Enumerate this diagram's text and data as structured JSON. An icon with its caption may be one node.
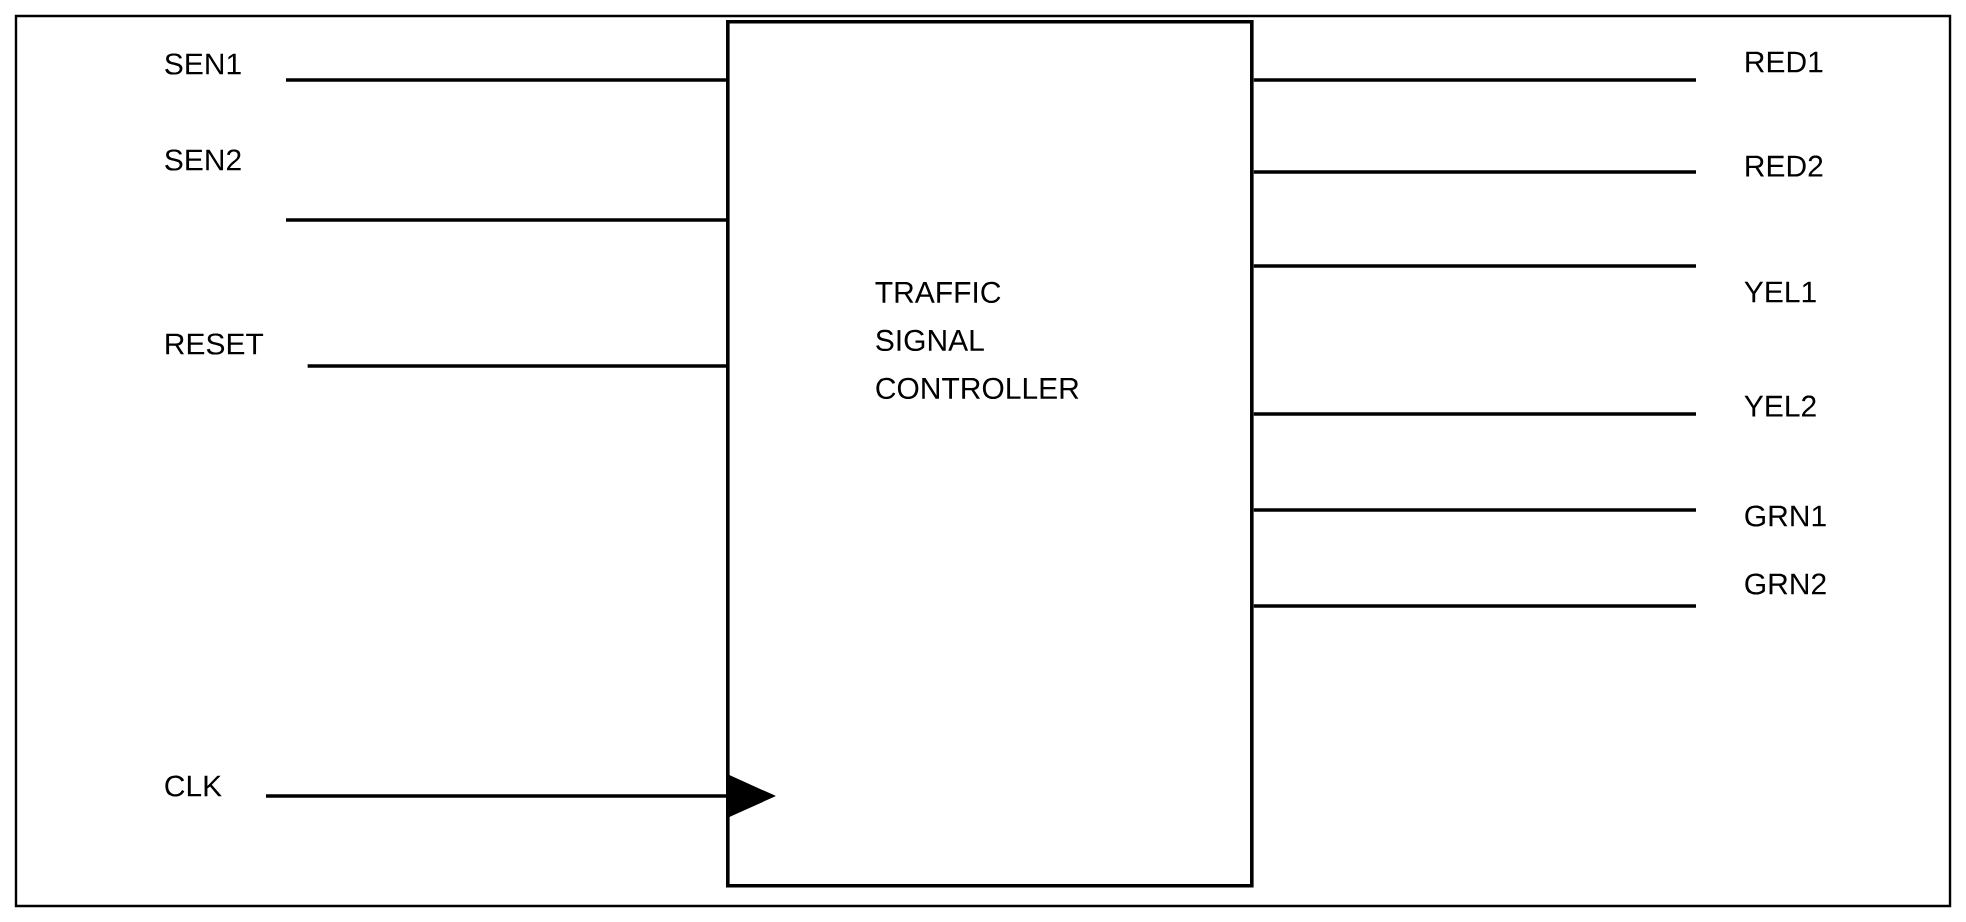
{
  "diagram": {
    "nodes": [
      {
        "text": [
          "TRAFFIC SIGNAL CONTROLLER"
        ]
      },
      {
        "text": [
          "SEN1"
        ]
      },
      {
        "text": [
          "SEN2"
        ]
      },
      {
        "text": [
          "RESET"
        ]
      },
      {
        "text": [
          "CLK"
        ]
      },
      {
        "text": [
          "RED1"
        ]
      },
      {
        "text": [
          "RED2"
        ]
      },
      {
        "text": [
          "YEL1"
        ]
      },
      {
        "text": [
          "YEL2"
        ]
      },
      {
        "text": [
          "GRN1"
        ]
      },
      {
        "text": [
          "GRN2"
        ]
      }
    ],
    "edges": [
      {
        "from": 1,
        "to": 0,
        "arrow": "none"
      },
      {
        "from": 2,
        "to": 0,
        "arrow": "none"
      },
      {
        "from": 3,
        "to": 0,
        "arrow": "none"
      },
      {
        "from": 4,
        "to": 0,
        "arrow": "to"
      },
      {
        "from": 0,
        "to": 5,
        "arrow": "none"
      },
      {
        "from": 0,
        "to": 6,
        "arrow": "none"
      },
      {
        "from": 0,
        "to": 7,
        "arrow": "none"
      },
      {
        "from": 0,
        "to": 8,
        "arrow": "none"
      },
      {
        "from": 0,
        "to": 9,
        "arrow": "none"
      },
      {
        "from": 0,
        "to": 10,
        "arrow": "none"
      }
    ]
  }
}
